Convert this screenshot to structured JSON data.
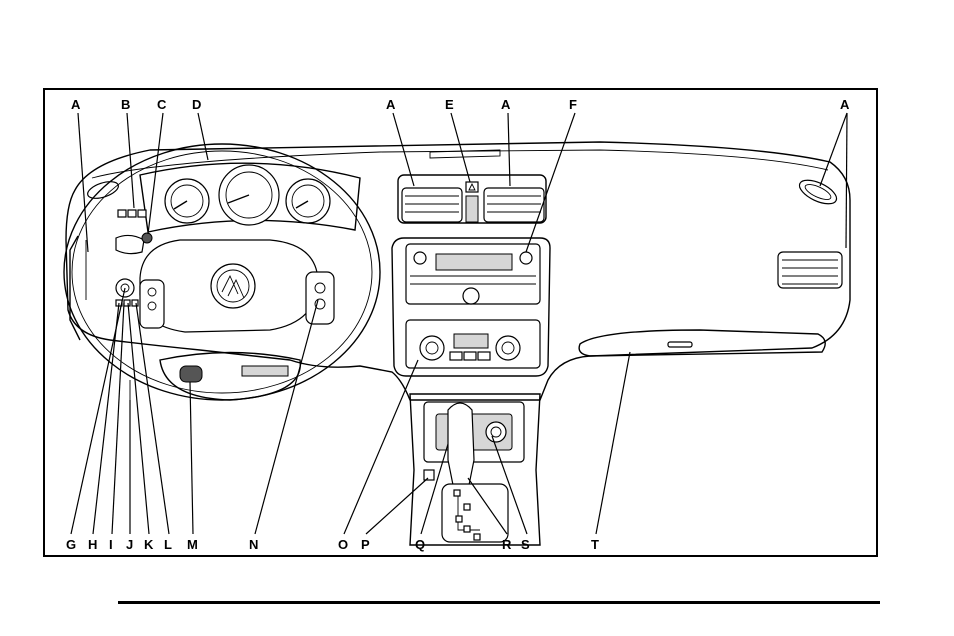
{
  "callouts_top": [
    "A",
    "B",
    "C",
    "D",
    "A",
    "E",
    "A",
    "F",
    "A"
  ],
  "callouts_bottom": [
    "G",
    "H",
    "I",
    "J",
    "K",
    "L",
    "M",
    "N",
    "O",
    "P",
    "Q",
    "R",
    "S",
    "T"
  ],
  "colors": {
    "ink": "#000000",
    "paper": "#ffffff",
    "shade": "#d6d6d6"
  }
}
